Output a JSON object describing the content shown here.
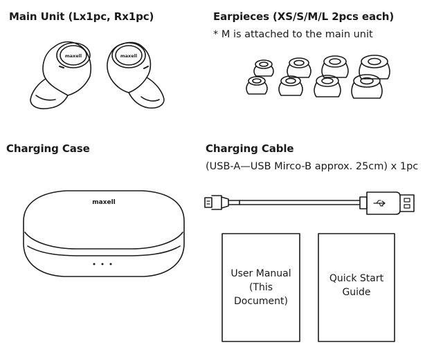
{
  "main_unit": {
    "title": "Main Unit (Lx1pc, Rx1pc)",
    "brand": "maxell"
  },
  "earpieces": {
    "title": "Earpieces (XS/S/M/L 2pcs each)",
    "note": "* M is attached to the main unit"
  },
  "charging_case": {
    "title": "Charging Case",
    "brand": "maxell"
  },
  "charging_cable": {
    "title": "Charging Cable",
    "desc": "(USB-A—USB Mirco-B approx. 25cm) x 1pc"
  },
  "docs": {
    "user_manual": [
      "User Manual",
      "(This",
      "Document)"
    ],
    "quick_start": [
      "Quick Start",
      "Guide"
    ]
  }
}
